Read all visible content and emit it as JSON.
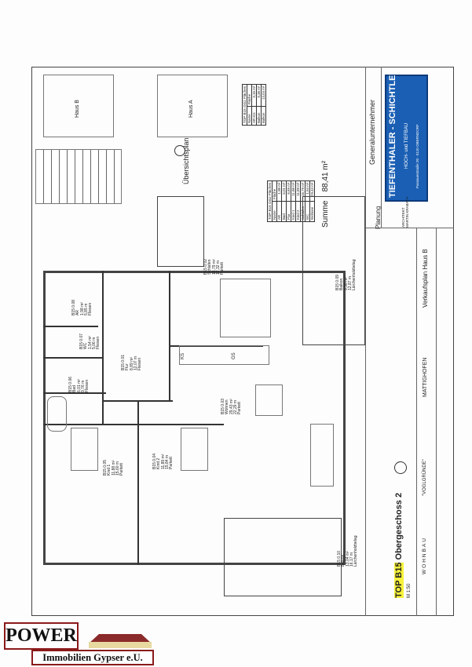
{
  "overview": {
    "title": "Übersichtsplan",
    "haus_a": "Haus A",
    "haus_b": "Haus B"
  },
  "area_table": {
    "title": "TOP B15 OG2 Flächen",
    "headers": [
      "Name",
      "Fläche"
    ],
    "rows": [
      [
        "AR",
        "1,98 m²"
      ],
      [
        "Bad",
        "6,01 m²"
      ],
      [
        "Flur",
        "8,89 m²"
      ],
      [
        "Kind 1",
        "11,88 m²"
      ],
      [
        "Kind 2",
        "11,89 m²"
      ],
      [
        "Schlafen",
        "16,79 m²"
      ],
      [
        "WC",
        "1,54 m²"
      ],
      [
        "Wohnen",
        "29,43 m²"
      ]
    ],
    "sum_label": "Summe",
    "sum_value": "88,41 m²"
  },
  "extra_table": {
    "title": "TOP B15 OG2 Flächen",
    "headers": [
      "Name",
      "Fläche"
    ],
    "rows": [
      [
        "AR KG",
        "3,16 m²"
      ],
      [
        "Balkon",
        "9,38 m²"
      ],
      [
        "Balkon",
        "13,04 m²"
      ]
    ]
  },
  "title_block": {
    "general_contractor_label": "Generalunternehmer",
    "company_name": "TIEFENTHALER - SCHICHTLE",
    "company_sub": "HOCH- und TIEFBAU",
    "company_address": "Passauerstraße 20 · 5110 OBERNDORF",
    "planning_label": "Planung",
    "architect": "ARCHITEKT MARTIN KRABATH",
    "plan_type": "Verkaufsplan Haus B",
    "location": "MATTIGHOFEN",
    "project": "\"VOGLGRÜNDE\"",
    "category": "WOHNBAU",
    "plan_title_highlight": "TOP B15",
    "plan_title_rest": " Obergeschoss 2",
    "scale": "M 1:50"
  },
  "rooms": [
    {
      "id": "B15 0.08",
      "name": "AR",
      "area": "1,98 m²",
      "perimeter": "5,85 m",
      "floor": "Fliesen"
    },
    {
      "id": "B15 0.07",
      "name": "WC",
      "area": "1,54 m²",
      "perimeter": "5,06 m",
      "floor": "Fliesen"
    },
    {
      "id": "B15 0.06",
      "name": "Bad",
      "area": "6,01 m²",
      "perimeter": "9,76 m",
      "floor": "Fliesen"
    },
    {
      "id": "B15 0.01",
      "name": "Flur",
      "area": "8,89 m²",
      "perimeter": "12,07 m",
      "floor": "Fliesen"
    },
    {
      "id": "B15 0.02",
      "name": "Schlafen",
      "area": "16,79 m²",
      "perimeter": "17,32 m",
      "floor": "Parkett"
    },
    {
      "id": "B15 0.03",
      "name": "Wohnen",
      "area": "29,43 m²",
      "perimeter": "22,29 m",
      "floor": "Parkett"
    },
    {
      "id": "B15 0.04",
      "name": "Kind 2",
      "area": "11,89 m²",
      "perimeter": "15,84 m",
      "floor": "Parkett"
    },
    {
      "id": "B15 0.05",
      "name": "Kind 1",
      "area": "11,88 m²",
      "perimeter": "15,60 m",
      "floor": "Parkett"
    },
    {
      "id": "B15 0.09",
      "name": "Balkon",
      "area": "9,38 m²",
      "perimeter": "12,87 m",
      "floor": "Lärchenholzbelag"
    },
    {
      "id": "B15 0.10",
      "name": "Balkon",
      "area": "13,04 m²",
      "perimeter": "16,17 m",
      "floor": "Lärchenholzbelag"
    }
  ],
  "appliances": {
    "ks": "KS",
    "gs": "GS"
  },
  "agency_logo": {
    "line1": "POWER",
    "line2": "Immobilien Gypser e.U."
  }
}
